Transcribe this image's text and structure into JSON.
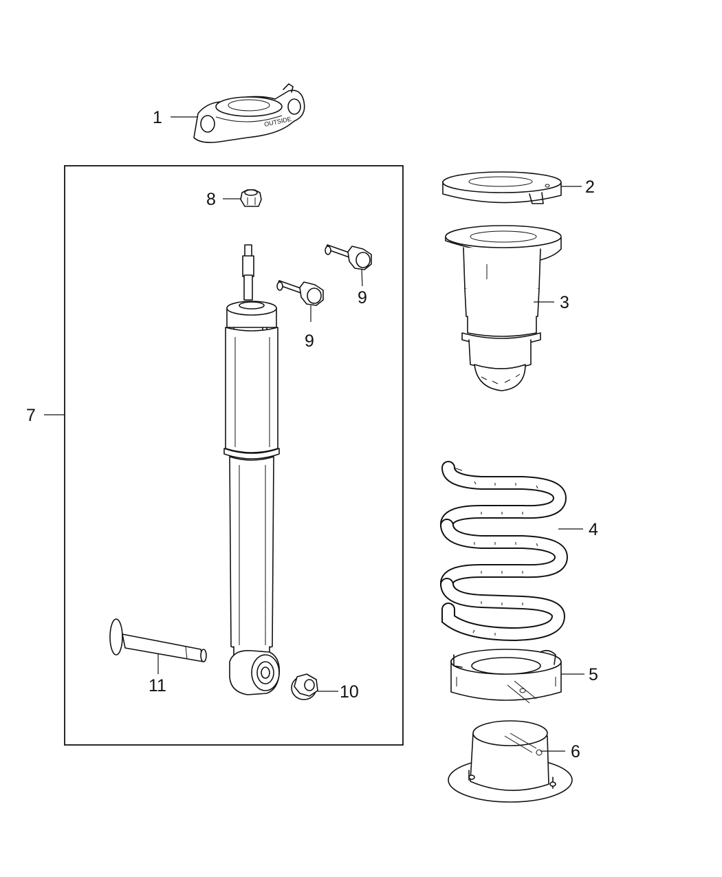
{
  "diagram": {
    "callouts": {
      "c1": "1",
      "c2": "2",
      "c3": "3",
      "c4": "4",
      "c5": "5",
      "c6": "6",
      "c7": "7",
      "c8": "8",
      "c9a": "9",
      "c9b": "9",
      "c10": "10",
      "c11": "11"
    },
    "mount_marking": "OUTSIDE",
    "parts": [
      "upper-shock-mount",
      "upper-spring-isolator",
      "jounce-bumper",
      "coil-spring",
      "lower-spring-isolator",
      "spring-seat",
      "shock-absorber-kit",
      "shock-nut",
      "mount-bolt",
      "flange-nut",
      "lower-shock-bolt"
    ],
    "icons": {
      "part-drawings": "line-art",
      "leader-lines": "thin-line"
    }
  }
}
